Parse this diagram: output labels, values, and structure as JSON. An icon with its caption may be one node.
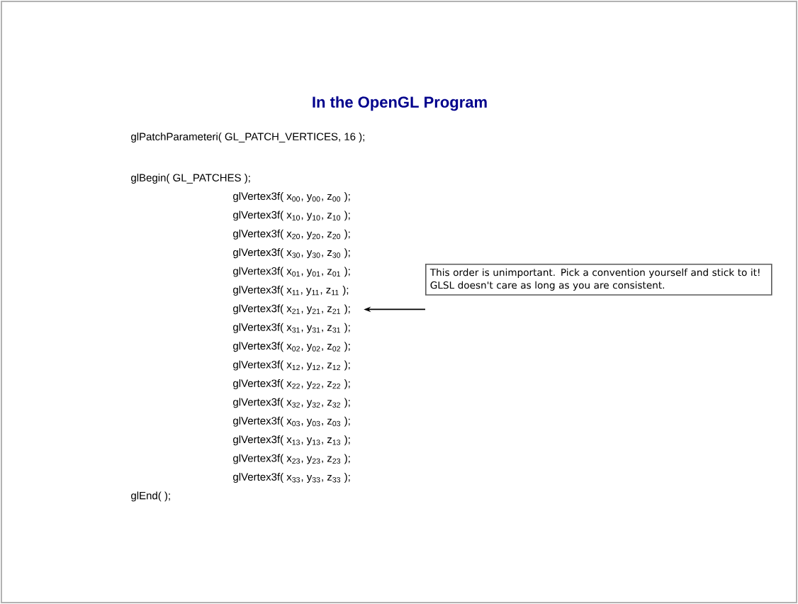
{
  "diagram": {
    "title": "In the OpenGL Program",
    "nodes": [
      {
        "text": [
          "glVertex3f( x$_{21}$, y$_{21}$, z$_{21}$ );"
        ]
      },
      {
        "text": [
          "This order is unimportant.  Pick a convention yourself and stick to it!  GLSL doesn't care as long as you are consistent."
        ]
      }
    ],
    "edges": [
      {
        "from": 1,
        "to": 0,
        "arrow": "to"
      }
    ],
    "labels": [
      "glPatchParameteri( GL_PATCH_VERTICES, 16 );",
      "glBegin( GL_PATCHES );",
      "glVertex3f( x$_{00}$, y$_{00}$, z$_{00}$ );",
      "glVertex3f( x$_{10}$, y$_{10}$, z$_{10}$ );",
      "glVertex3f( x$_{20}$, y$_{20}$, z$_{20}$ );",
      "glVertex3f( x$_{30}$, y$_{30}$, z$_{30}$ );",
      "glVertex3f( x$_{01}$, y$_{01}$, z$_{01}$ );",
      "glVertex3f( x$_{11}$, y$_{11}$, z$_{11}$ );",
      "glVertex3f( x$_{31}$, y$_{31}$, z$_{31}$ );",
      "glVertex3f( x$_{02}$, y$_{02}$, z$_{02}$ );",
      "glVertex3f( x$_{12}$, y$_{12}$, z$_{12}$ );",
      "glVertex3f( x$_{22}$, y$_{22}$, z$_{22}$ );",
      "glVertex3f( x$_{32}$, y$_{32}$, z$_{32}$ );",
      "glVertex3f( x$_{03}$, y$_{03}$, z$_{03}$ );",
      "glVertex3f( x$_{13}$, y$_{13}$, z$_{13}$ );",
      "glVertex3f( x$_{23}$, y$_{23}$, z$_{23}$ );",
      "glVertex3f( x$_{33}$, y$_{33}$, z$_{33}$ );",
      "glEnd( );"
    ]
  }
}
